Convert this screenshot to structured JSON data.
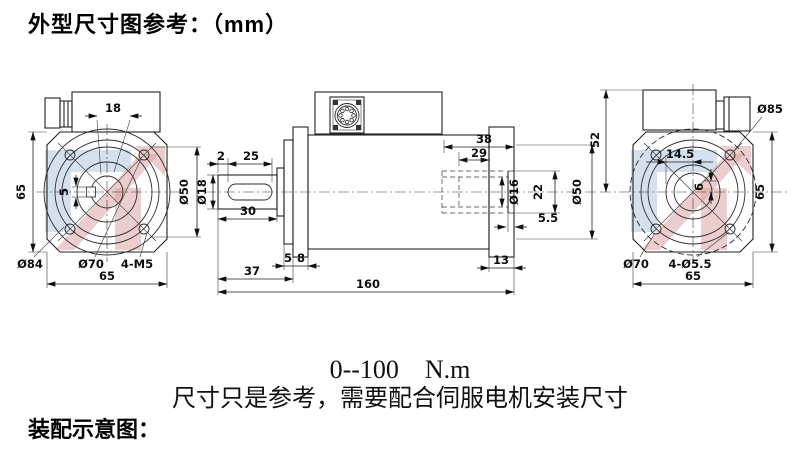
{
  "title": "外型尺寸图参考：（mm）",
  "torque": "0--100　N.m",
  "note": "尺寸只是参考，需要配合伺服电机安装尺寸",
  "assembly": "装配示意图：",
  "front": {
    "top_width": "18",
    "height": "65",
    "keyway_width": "5",
    "pilot_dia": "Ø50",
    "outer_dia": "Ø84",
    "bolt_circle": "Ø70",
    "mount_holes": "4-M5",
    "width": "65"
  },
  "side": {
    "keyway_offset": "2",
    "keyway_length": "25",
    "shaft_dia": "Ø18",
    "shaft_length": "30",
    "spigot_width": "5",
    "flange_thickness": "8",
    "front_length": "37",
    "body_length": "160",
    "rear_depth_outer": "38",
    "rear_depth_inner": "29",
    "bore_dia": "Ø16",
    "recess_dia": "22",
    "rear_pilot_dia": "Ø50",
    "recess_depth": "5.5",
    "rear_flange_thickness": "13"
  },
  "rear": {
    "half_height": "52",
    "hub_offset": "14.5",
    "key_width": "6",
    "height": "65",
    "outer_dia": "Ø85",
    "bolt_circle": "Ø70",
    "mount_holes": "4-Ø5.5",
    "width": "65"
  }
}
